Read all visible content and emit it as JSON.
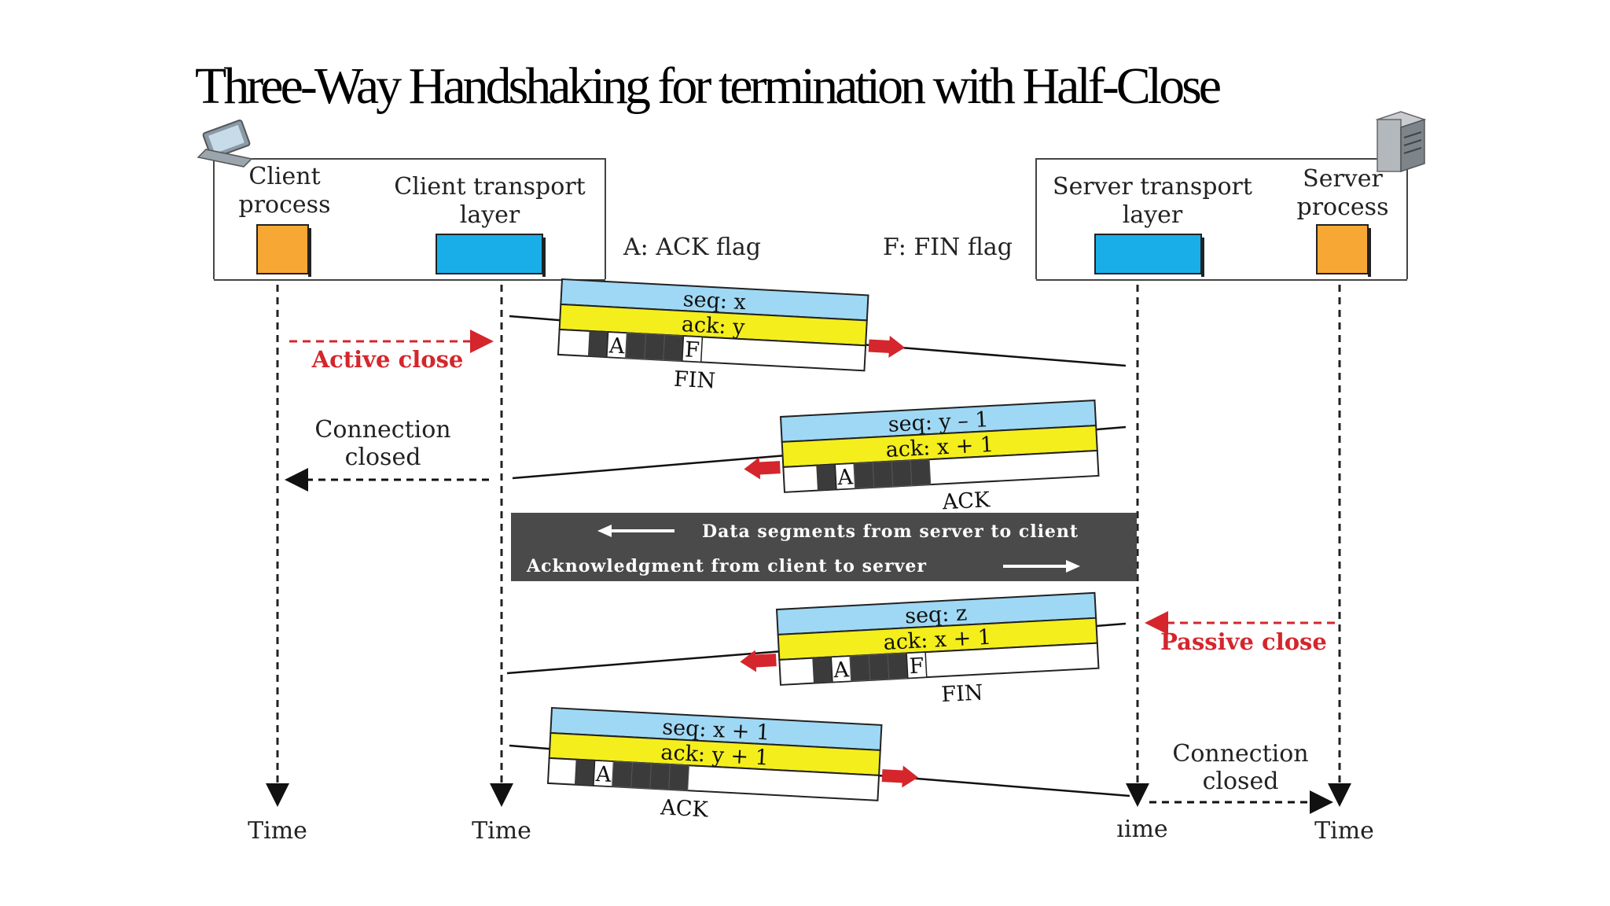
{
  "title": "Three-Way Handshaking for termination with Half-Close",
  "client": {
    "process_label": [
      "Client",
      "process"
    ],
    "transport_label": [
      "Client transport",
      "layer"
    ],
    "device_icon": "laptop-icon",
    "active_close": "Active close",
    "connection_closed": [
      "Connection",
      "closed"
    ],
    "time_process": "Time",
    "time_transport": "Time"
  },
  "server": {
    "transport_label": [
      "Server transport",
      "layer"
    ],
    "process_label": [
      "Server",
      "process"
    ],
    "device_icon": "server-tower-icon",
    "passive_close": "Passive close",
    "connection_closed": [
      "Connection",
      "closed"
    ],
    "time_transport": "ıime",
    "time_process": "Time"
  },
  "legend": {
    "ack_flag": "A: ACK flag",
    "fin_flag": "F: FIN flag"
  },
  "segments": [
    {
      "seq": "seq: x",
      "ack": "ack: y",
      "flag_a": "A",
      "flag_f": "F",
      "name": "FIN",
      "direction": "client-to-server"
    },
    {
      "seq": "seq: y – 1",
      "ack": "ack: x + 1",
      "flag_a": "A",
      "flag_f": "",
      "name": "ACK",
      "direction": "server-to-client"
    },
    {
      "seq": "seq: z",
      "ack": "ack: x + 1",
      "flag_a": "A",
      "flag_f": "F",
      "name": "FIN",
      "direction": "server-to-client"
    },
    {
      "seq": "seq: x + 1",
      "ack": "ack: y + 1",
      "flag_a": "A",
      "flag_f": "",
      "name": "ACK",
      "direction": "client-to-server"
    }
  ],
  "data_band": {
    "line1": "Data segments from server to client",
    "line2": "Acknowledgment from client to server"
  },
  "colors": {
    "process_box": "#f7a733",
    "transport_box": "#1aaee8",
    "seq_band": "#9fd8f4",
    "ack_band": "#f4ee1c",
    "flag_cell": "#3b3b3b",
    "arrow_red": "#d4262c",
    "data_band": "#4a4a4a"
  }
}
